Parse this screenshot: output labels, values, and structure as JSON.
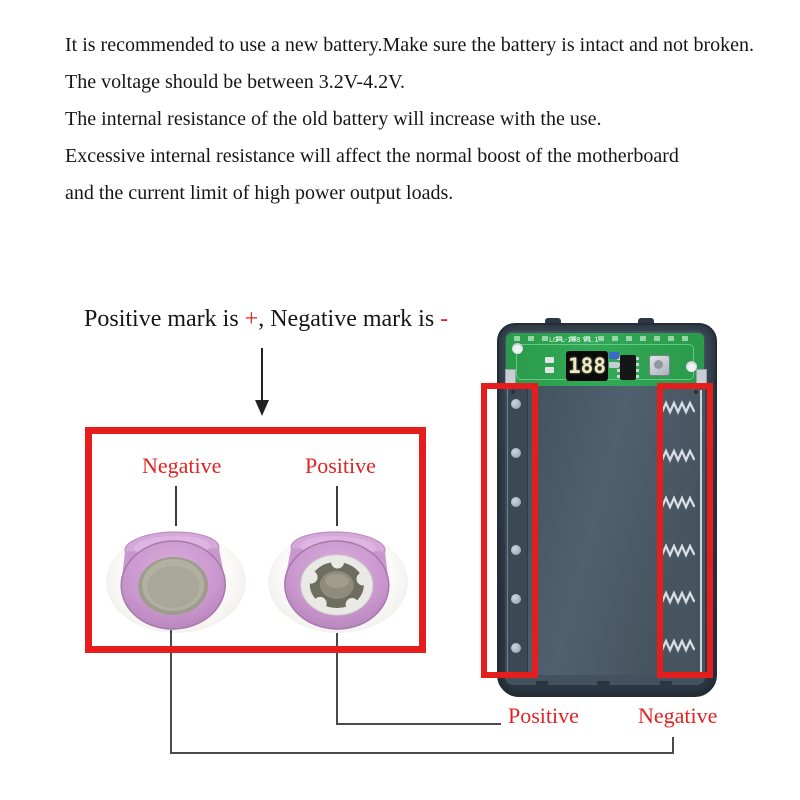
{
  "instructions": {
    "lines": [
      "It is recommended to use a new battery.Make sure the battery is intact and not broken.",
      "The voltage should be between 3.2V-4.2V.",
      "The internal resistance of the old battery will increase with the use.",
      "Excessive internal resistance will affect the normal boost of the motherboard",
      "and the current limit of high power output loads."
    ]
  },
  "polarity_note": {
    "prefix": "Positive mark is ",
    "plus": "+",
    "middle": ", Negative mark is ",
    "minus": "-"
  },
  "battery_box": {
    "negative_label": "Negative",
    "positive_label": "Positive"
  },
  "power_bank": {
    "display_value": "188",
    "pcb_text": "LG-L-188 V1.1",
    "spring_count": 6,
    "nub_count": 6,
    "positive_label": "Positive",
    "negative_label": "Negative"
  },
  "colors": {
    "annotation_red": "#e61d1d",
    "label_red": "#e32222",
    "battery_pink": "#c997ce",
    "pcb_green": "#2da14f",
    "case_blue": "#35424f",
    "display_digits": "#edeac2"
  }
}
